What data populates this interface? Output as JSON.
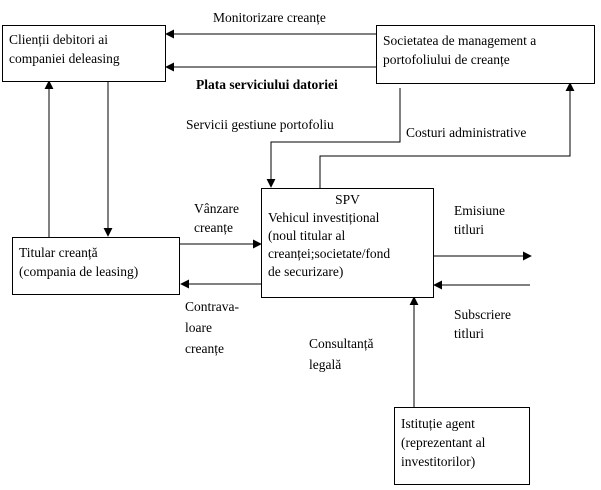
{
  "boxes": {
    "debtors": {
      "lines": [
        "Clienții debitori ai",
        "companiei deleasing"
      ]
    },
    "management": {
      "lines": [
        "Societatea de management a",
        "portofoliului  de creanțe"
      ]
    },
    "spv": {
      "lines": [
        "SPV",
        "Vehicul investițional",
        "(noul titular al",
        "creanței;societate/fond",
        "de securizare)"
      ]
    },
    "holder": {
      "lines": [
        "Titular creanță",
        "(compania de leasing)"
      ]
    },
    "agent": {
      "lines": [
        "Istituție agent",
        "(reprezentant al",
        "investitorilor)"
      ]
    }
  },
  "labels": {
    "monitoring": [
      "Monitorizare creanțe"
    ],
    "debt_service": [
      "Plata serviciului datoriei"
    ],
    "portfolio_services": [
      "Servicii gestiune portofoliu"
    ],
    "admin_costs": [
      "Costuri administrative"
    ],
    "sale": [
      "Vânzare",
      "creanțe"
    ],
    "issuance": [
      "Emisiune",
      "titluri"
    ],
    "countervalue": [
      "Contrava-",
      "loare",
      "creanțe"
    ],
    "subscription": [
      "Subscriere",
      "titluri"
    ],
    "legal": [
      "Consultanță",
      "legală"
    ]
  }
}
